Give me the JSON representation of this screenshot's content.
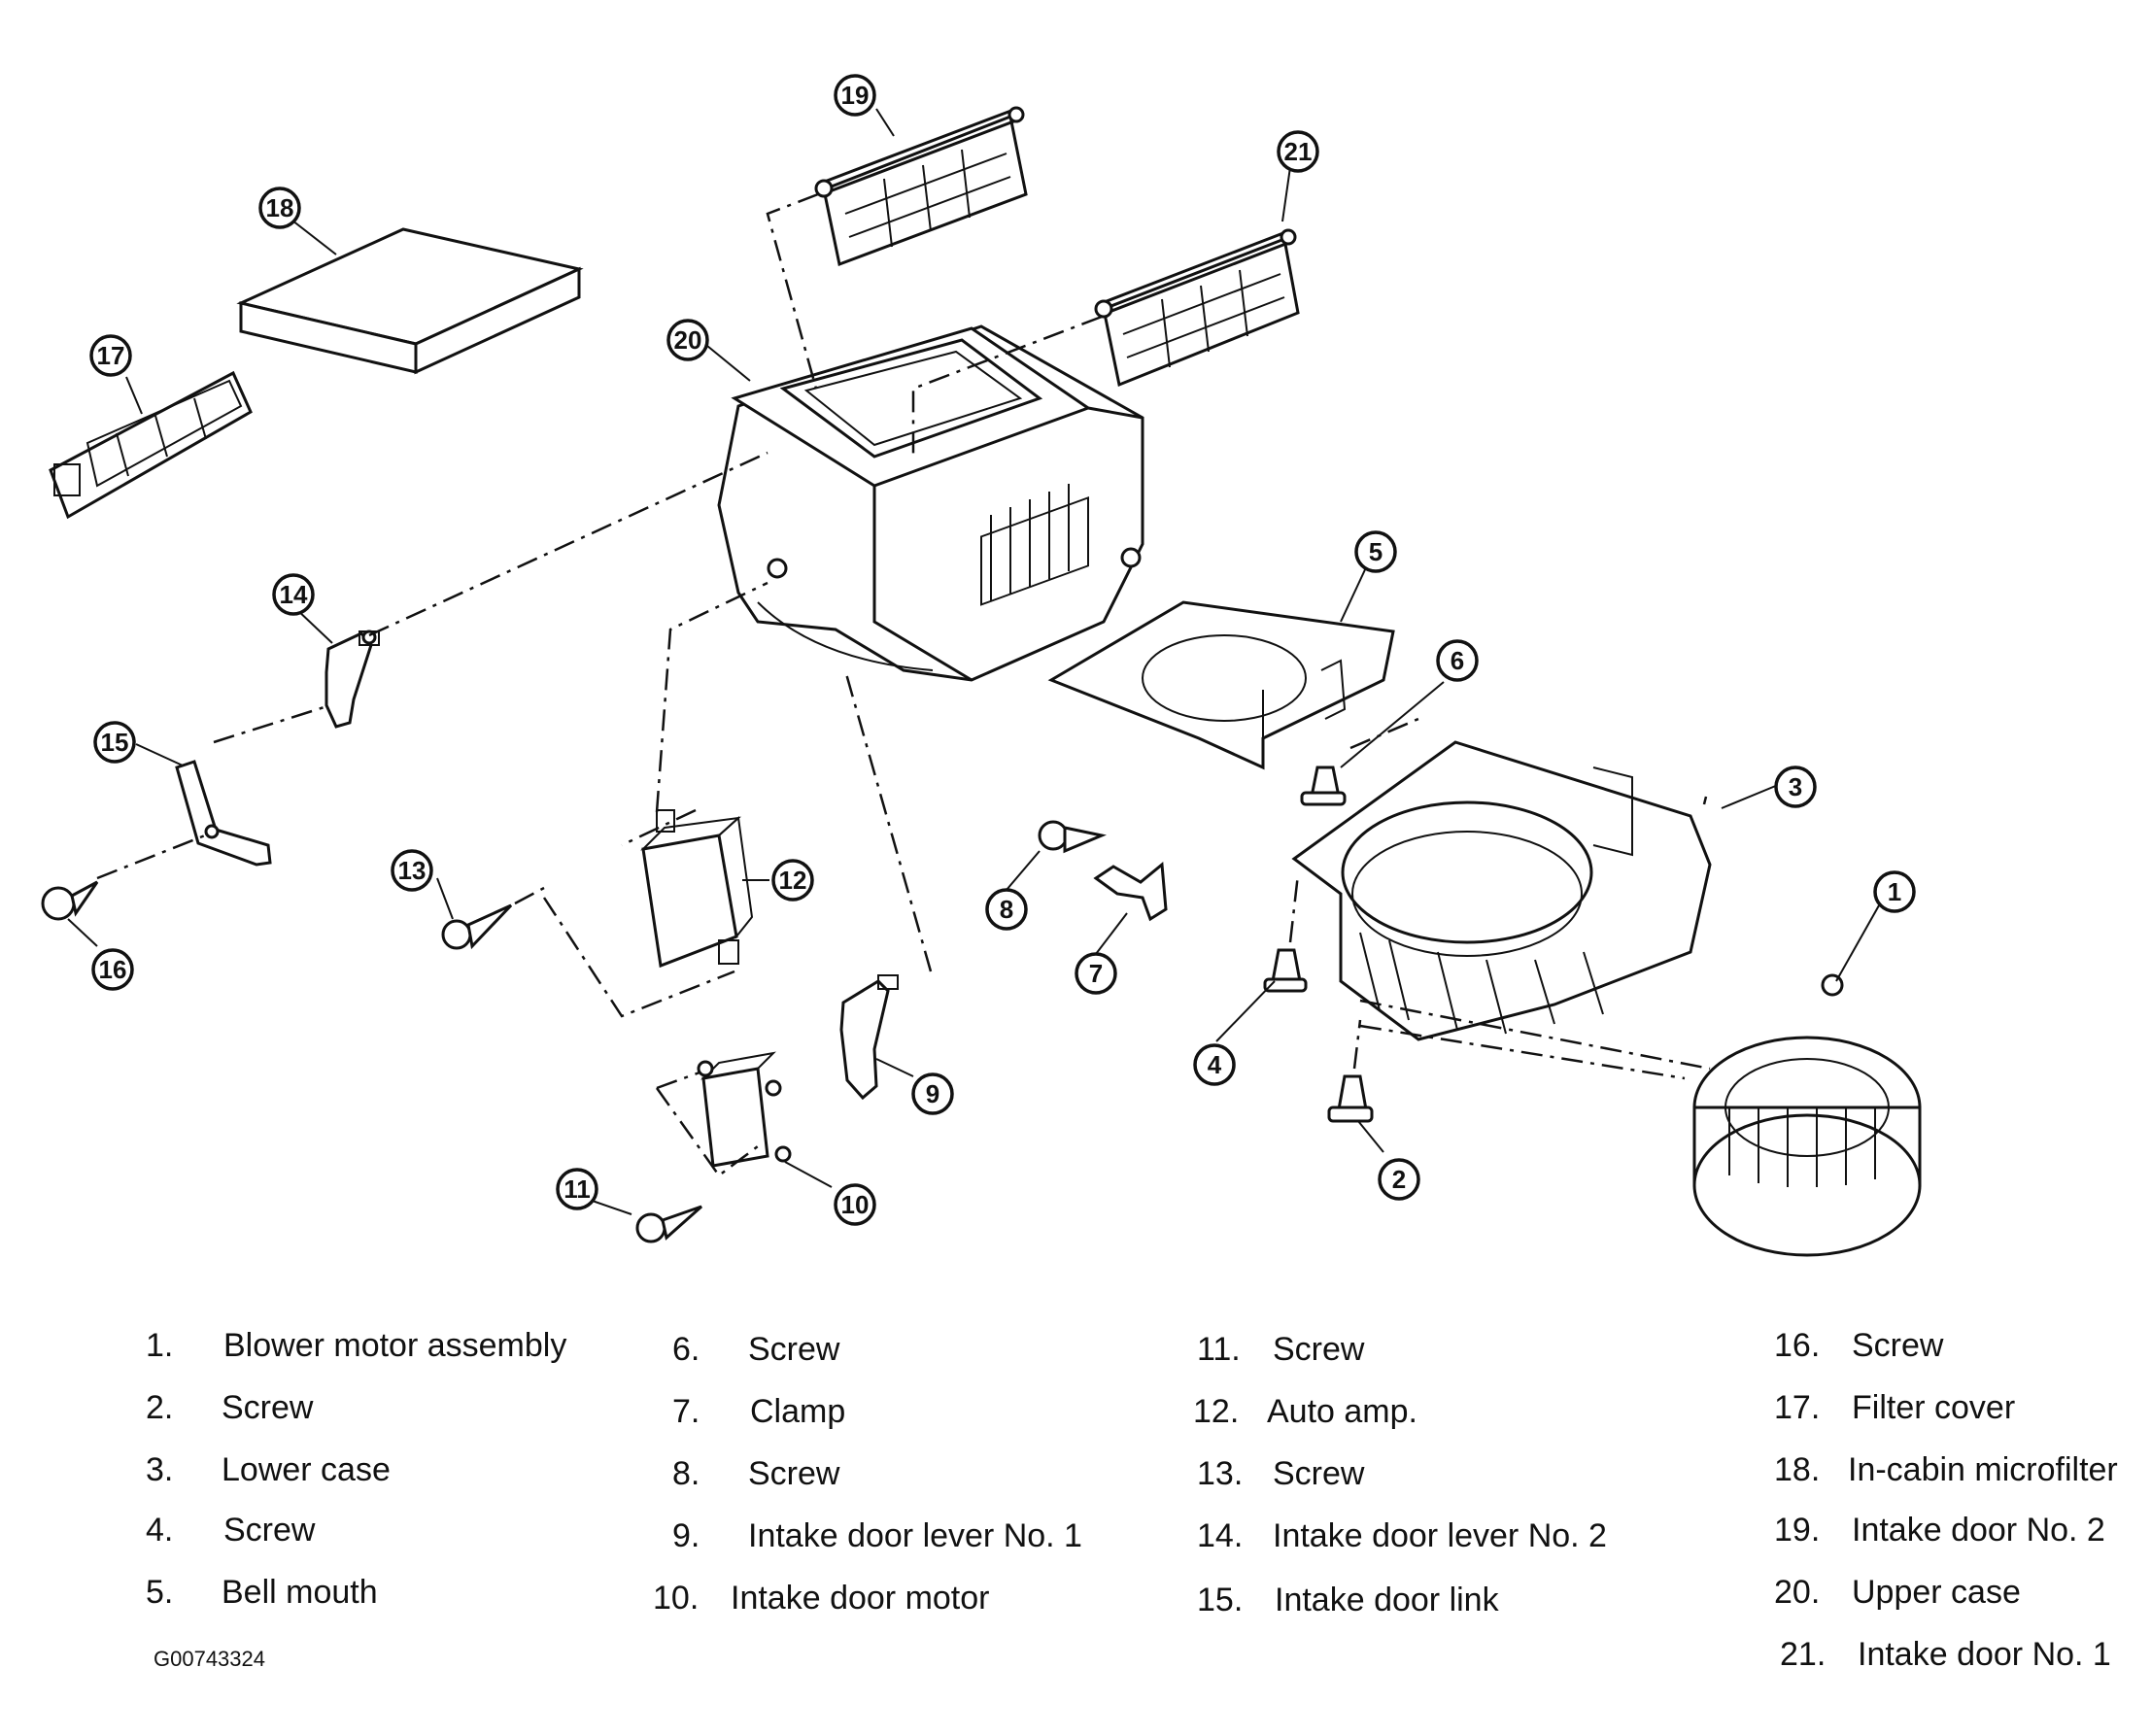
{
  "callouts": [
    "1",
    "2",
    "3",
    "4",
    "5",
    "6",
    "7",
    "8",
    "9",
    "10",
    "11",
    "12",
    "13",
    "14",
    "15",
    "16",
    "17",
    "18",
    "19",
    "20",
    "21"
  ],
  "legend": [
    {
      "num": "1.",
      "label": "Blower motor assembly"
    },
    {
      "num": "2.",
      "label": "Screw"
    },
    {
      "num": "3.",
      "label": "Lower case"
    },
    {
      "num": "4.",
      "label": "Screw"
    },
    {
      "num": "5.",
      "label": "Bell mouth"
    },
    {
      "num": "6.",
      "label": "Screw"
    },
    {
      "num": "7.",
      "label": "Clamp"
    },
    {
      "num": "8.",
      "label": "Screw"
    },
    {
      "num": "9.",
      "label": "Intake door lever No. 1"
    },
    {
      "num": "10.",
      "label": "Intake door motor"
    },
    {
      "num": "11.",
      "label": "Screw"
    },
    {
      "num": "12.",
      "label": "Auto amp."
    },
    {
      "num": "13.",
      "label": "Screw"
    },
    {
      "num": "14.",
      "label": "Intake door lever No. 2"
    },
    {
      "num": "15.",
      "label": "Intake door link"
    },
    {
      "num": "16.",
      "label": "Screw"
    },
    {
      "num": "17.",
      "label": "Filter cover"
    },
    {
      "num": "18.",
      "label": "In-cabin microfilter"
    },
    {
      "num": "19.",
      "label": "Intake door No. 2"
    },
    {
      "num": "20.",
      "label": "Upper case"
    },
    {
      "num": "21.",
      "label": "Intake door No. 1"
    }
  ],
  "figure_id": "G00743324"
}
